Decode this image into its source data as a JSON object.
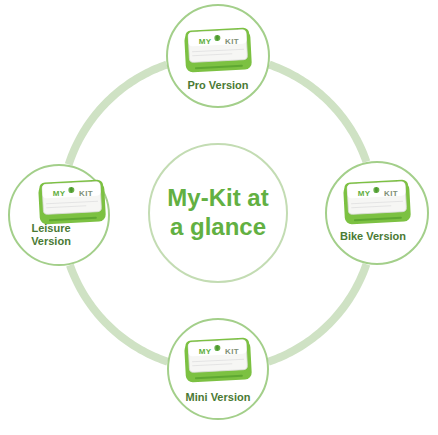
{
  "diagram": {
    "nodes": [
      {
        "text": [
          "Pro Version"
        ]
      },
      {
        "text": [
          "Leisure Version"
        ]
      },
      {
        "text": [
          "My-Kit at a glance"
        ]
      },
      {
        "text": [
          "Bike Version"
        ]
      },
      {
        "text": [
          "Mini Version"
        ]
      }
    ],
    "edges": [
      {
        "from": 0,
        "to": 3,
        "arrow": "none"
      },
      {
        "from": 3,
        "to": 4,
        "arrow": "none"
      },
      {
        "from": 4,
        "to": 1,
        "arrow": "none"
      },
      {
        "from": 1,
        "to": 0,
        "arrow": "none"
      }
    ],
    "labels": [
      "MY",
      "KIT",
      "MY",
      "KIT",
      "MY",
      "KIT",
      "MY",
      "KIT"
    ]
  }
}
